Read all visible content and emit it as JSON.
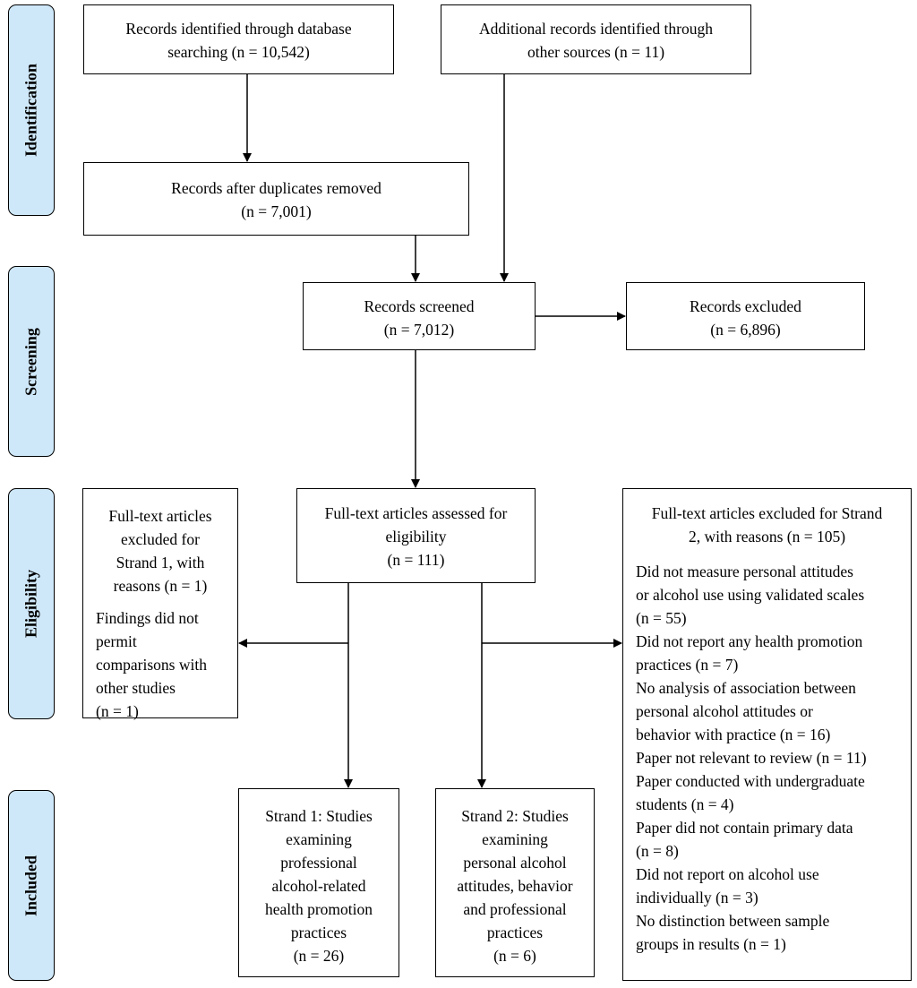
{
  "stages": {
    "identification": "Identification",
    "screening": "Screening",
    "eligibility": "Eligibility",
    "included": "Included"
  },
  "boxes": {
    "database": [
      "Records identified through database",
      "searching (n = 10,542)"
    ],
    "other_sources": [
      "Additional records identified through",
      "other sources (n = 11)"
    ],
    "duplicates_removed": [
      "Records after duplicates removed",
      "(n = 7,001)"
    ],
    "screened": [
      "Records screened",
      "(n = 7,012)"
    ],
    "excluded": [
      "Records excluded",
      "(n = 6,896)"
    ],
    "assessed": [
      "Full-text articles assessed for",
      "eligibility",
      "(n = 111)"
    ],
    "excluded_strand1": {
      "header": [
        "Full-text articles",
        "excluded for",
        "Strand 1, with",
        "reasons (n = 1)"
      ],
      "reasons": [
        "Findings did not",
        "permit",
        "comparisons with",
        "other studies",
        "(n = 1)"
      ]
    },
    "excluded_strand2": {
      "header": [
        "Full-text articles excluded for Strand",
        "2, with reasons (n = 105)"
      ],
      "reasons": [
        "Did not measure personal attitudes",
        "or alcohol use using validated scales",
        "(n = 55)",
        "Did not report any health promotion",
        "practices (n = 7)",
        "No analysis of association between",
        "personal alcohol attitudes or",
        "behavior with practice (n = 16)",
        "Paper not relevant to review (n = 11)",
        "Paper conducted with undergraduate",
        "students (n = 4)",
        "Paper did not contain primary data",
        "(n = 8)",
        "Did not report on alcohol use",
        "individually (n = 3)",
        "No distinction between sample",
        "groups in results (n = 1)"
      ]
    },
    "strand1": [
      "Strand 1: Studies",
      "examining",
      "professional",
      "alcohol-related",
      "health promotion",
      "practices",
      "(n = 26)"
    ],
    "strand2": [
      "Strand 2: Studies",
      "examining",
      "personal alcohol",
      "attitudes, behavior",
      "and professional",
      "practices",
      "(n = 6)"
    ]
  }
}
